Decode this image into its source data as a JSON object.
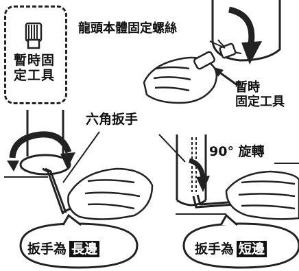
{
  "labels": {
    "temp_tool_box": "暫時固\n定工具",
    "screw": "龍頭本體固定螺絲",
    "temp_tool": "暫時\n固定工具",
    "hex_wrench": "六角扳手",
    "rotate": "90° 旋轉"
  },
  "bubbles": {
    "left": {
      "prefix": "扳手為",
      "highlight": "長邊"
    },
    "right": {
      "prefix": "扳手為",
      "highlight": "短邊"
    }
  }
}
